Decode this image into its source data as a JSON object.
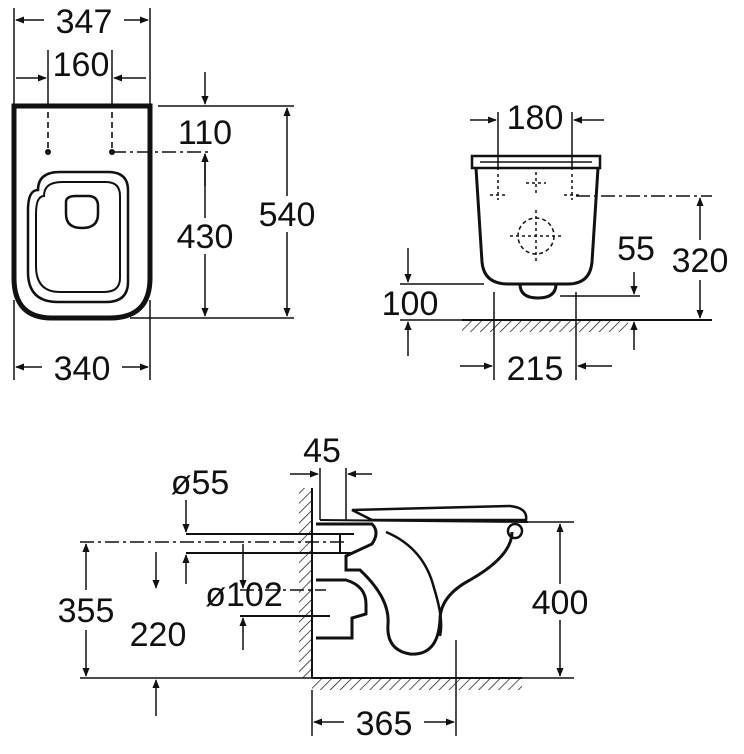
{
  "dimensions": {
    "top_view": {
      "overall_width": "347",
      "fixing_spacing": "160",
      "fixing_offset": "110",
      "fixing_to_front": "430",
      "length": "540",
      "base_width": "340"
    },
    "rear_view": {
      "fixing_spacing": "180",
      "outlet_height": "55",
      "fixing_height": "320",
      "pan_clearance": "100",
      "outlet_distance": "215"
    },
    "side_view": {
      "wall_offset": "45",
      "inlet_diameter": "ø55",
      "outlet_diameter": "ø102",
      "fixing_height": "355",
      "outlet_height": "220",
      "rim_height": "400",
      "projection": "365"
    }
  },
  "colors": {
    "line": "#111111",
    "background": "#ffffff"
  }
}
